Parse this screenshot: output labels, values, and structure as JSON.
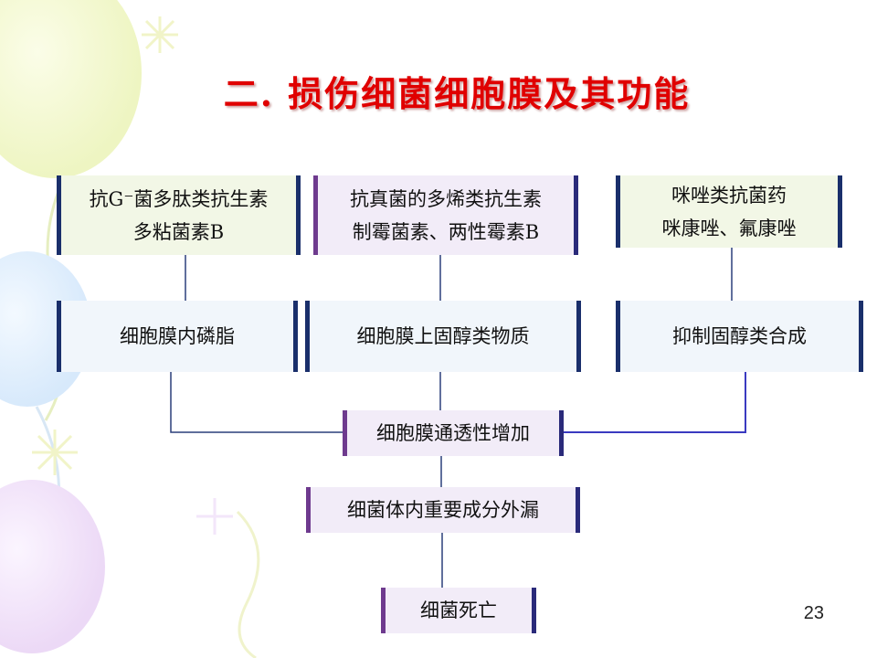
{
  "title": "二. 损伤细菌细胞膜及其功能",
  "drugs": [
    {
      "line1": "抗G⁻菌多肽类抗生素",
      "line2": "多粘菌素B"
    },
    {
      "line1": "抗真菌的多烯类抗生素",
      "line2": "制霉菌素、两性霉素B"
    },
    {
      "line1": "咪唑类抗菌药",
      "line2": "咪康唑、氟康唑"
    }
  ],
  "targets": [
    "细胞膜内磷脂",
    "细胞膜上固醇类物质",
    "抑制固醇类合成"
  ],
  "result_permeability": "细胞膜通透性增加",
  "result_leak": "细菌体内重要成分外漏",
  "result_death": "细菌死亡",
  "page_number": "23",
  "colors": {
    "title": "#e00000",
    "box_border": "#1a2f6b",
    "green_fill": "#f2f7e6",
    "blue_fill": "#f1f6fb",
    "lavender_fill": "#f2ecf8"
  }
}
